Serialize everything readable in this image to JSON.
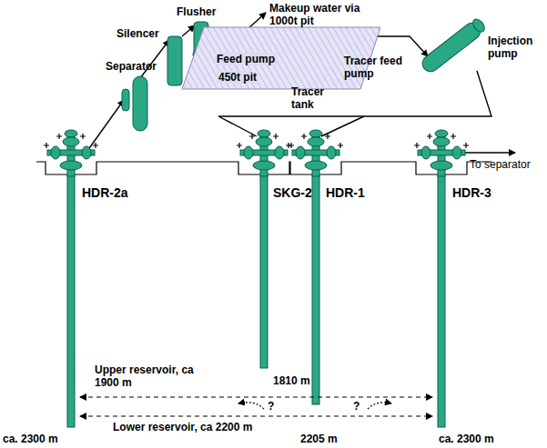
{
  "diagram": {
    "nodes": [
      {
        "text": [
          "450t pit"
        ]
      }
    ],
    "labels": [
      "Separator",
      "Silencer",
      "Flusher",
      "Makeup water via 1000t pit",
      "Feed pump",
      "Tracer tank",
      "Tracer feed pump",
      "Injection pump",
      "To separator",
      "HDR-2a",
      "SKG-2",
      "HDR-1",
      "HDR-3",
      "Upper reservoir, ca 1900 m",
      "1810 m",
      "?",
      "?",
      "Lower reservoir, ca 2200 m",
      "ca. 2300 m",
      "2205 m",
      "ca. 2300 m"
    ]
  }
}
